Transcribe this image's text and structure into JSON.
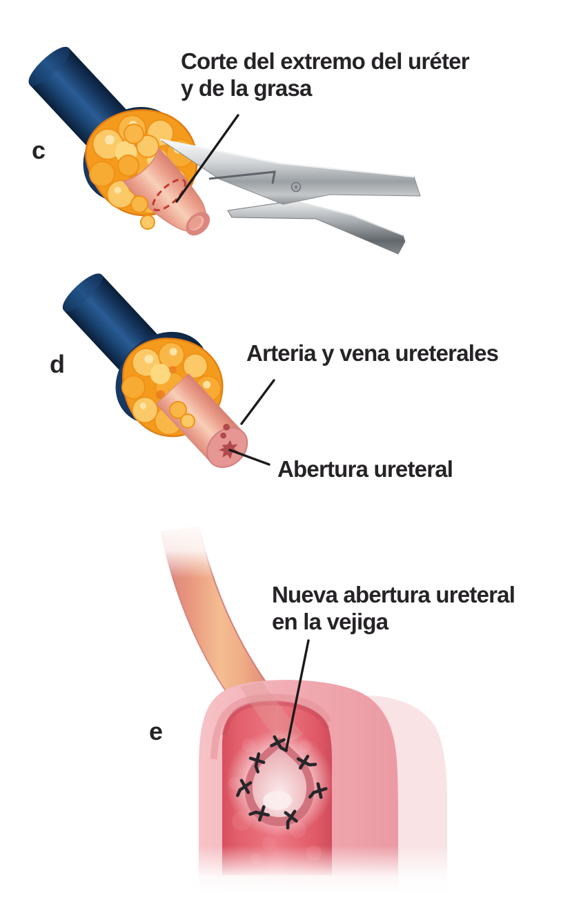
{
  "figure": {
    "panels": {
      "c": {
        "letter": "c",
        "label": "Corte del extremo del uréter\ny de la grasa"
      },
      "d": {
        "letter": "d",
        "label_vessels": "Arteria y vena ureterales",
        "label_opening": "Abertura ureteral"
      },
      "e": {
        "letter": "e",
        "label": "Nueva abertura ureteral\nen la vejiga"
      }
    },
    "colors": {
      "background": "#ffffff",
      "label_text": "#262326",
      "pointer_line": "#1a1a1a",
      "clamp_navy_dark": "#0a1e38",
      "clamp_navy": "#1c4878",
      "clamp_navy_light": "#2a5c94",
      "fat_orange": "#f49b1e",
      "fat_orange_light": "#fcc968",
      "fat_outline": "#e07d12",
      "ureter_pink": "#eda692",
      "ureter_pink_light": "#f8cfb8",
      "cut_line_red": "#c23a31",
      "vessel_dark_red": "#b04a4e",
      "scissors_steel": "#c7cacd",
      "bladder_wall_pink": "#f2b0b6",
      "bladder_chamber_red": "#e2606c",
      "suture_black": "#26262b"
    }
  }
}
